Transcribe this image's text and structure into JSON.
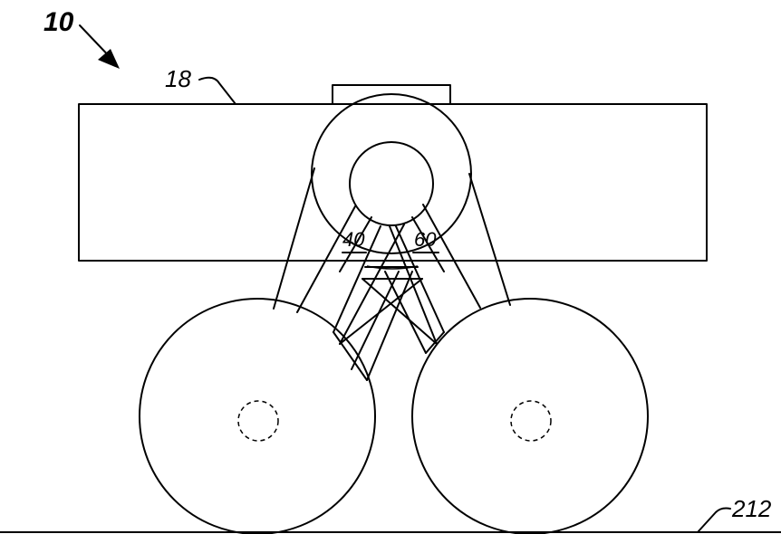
{
  "figure": {
    "labels": {
      "assembly": "10",
      "housing": "18",
      "link_left": "40",
      "link_right": "60",
      "ground": "212"
    }
  }
}
